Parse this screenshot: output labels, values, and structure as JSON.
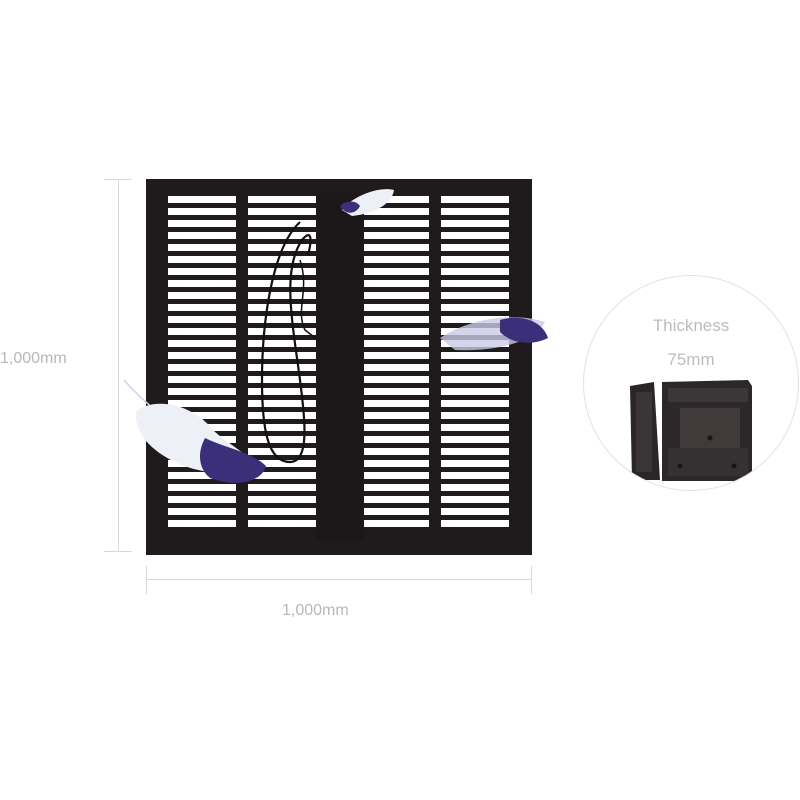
{
  "dimensions": {
    "height_label": "1,000mm",
    "width_label": "1,000mm"
  },
  "detail": {
    "thickness_title": "Thickness",
    "thickness_value": "75mm"
  },
  "colors": {
    "panel": "#1f1a1b",
    "panel_gap": "#ffffff",
    "feather_purple": "#3a2f78",
    "dimension_line": "#d9d9d9",
    "label_gray": "#b8b8b8"
  },
  "icons": {
    "feather": "feather-decoration",
    "cable": "cable-loop"
  }
}
